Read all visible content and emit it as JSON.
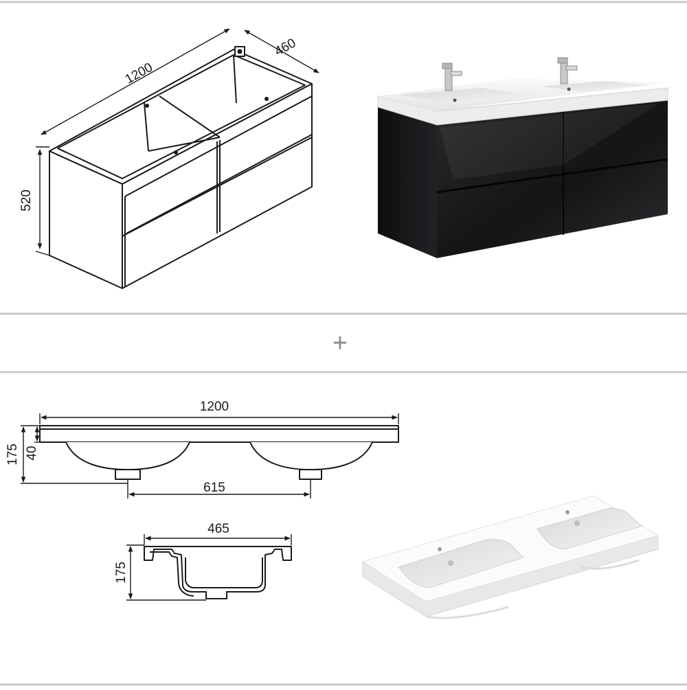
{
  "cabinet_drawing": {
    "width_label": "1200",
    "depth_label": "460",
    "height_label": "520"
  },
  "separator": {
    "symbol": "+"
  },
  "basin_front_drawing": {
    "width_label": "1200",
    "height_label": "175",
    "rim_label": "40",
    "spacing_label": "615"
  },
  "basin_side_drawing": {
    "depth_label": "465",
    "height_label": "175"
  },
  "colors": {
    "divider": "#c8c8c8",
    "line": "#1a1a1a",
    "cabinet_gloss": "#1c1c1e",
    "basin_white": "#f6f6f6"
  }
}
